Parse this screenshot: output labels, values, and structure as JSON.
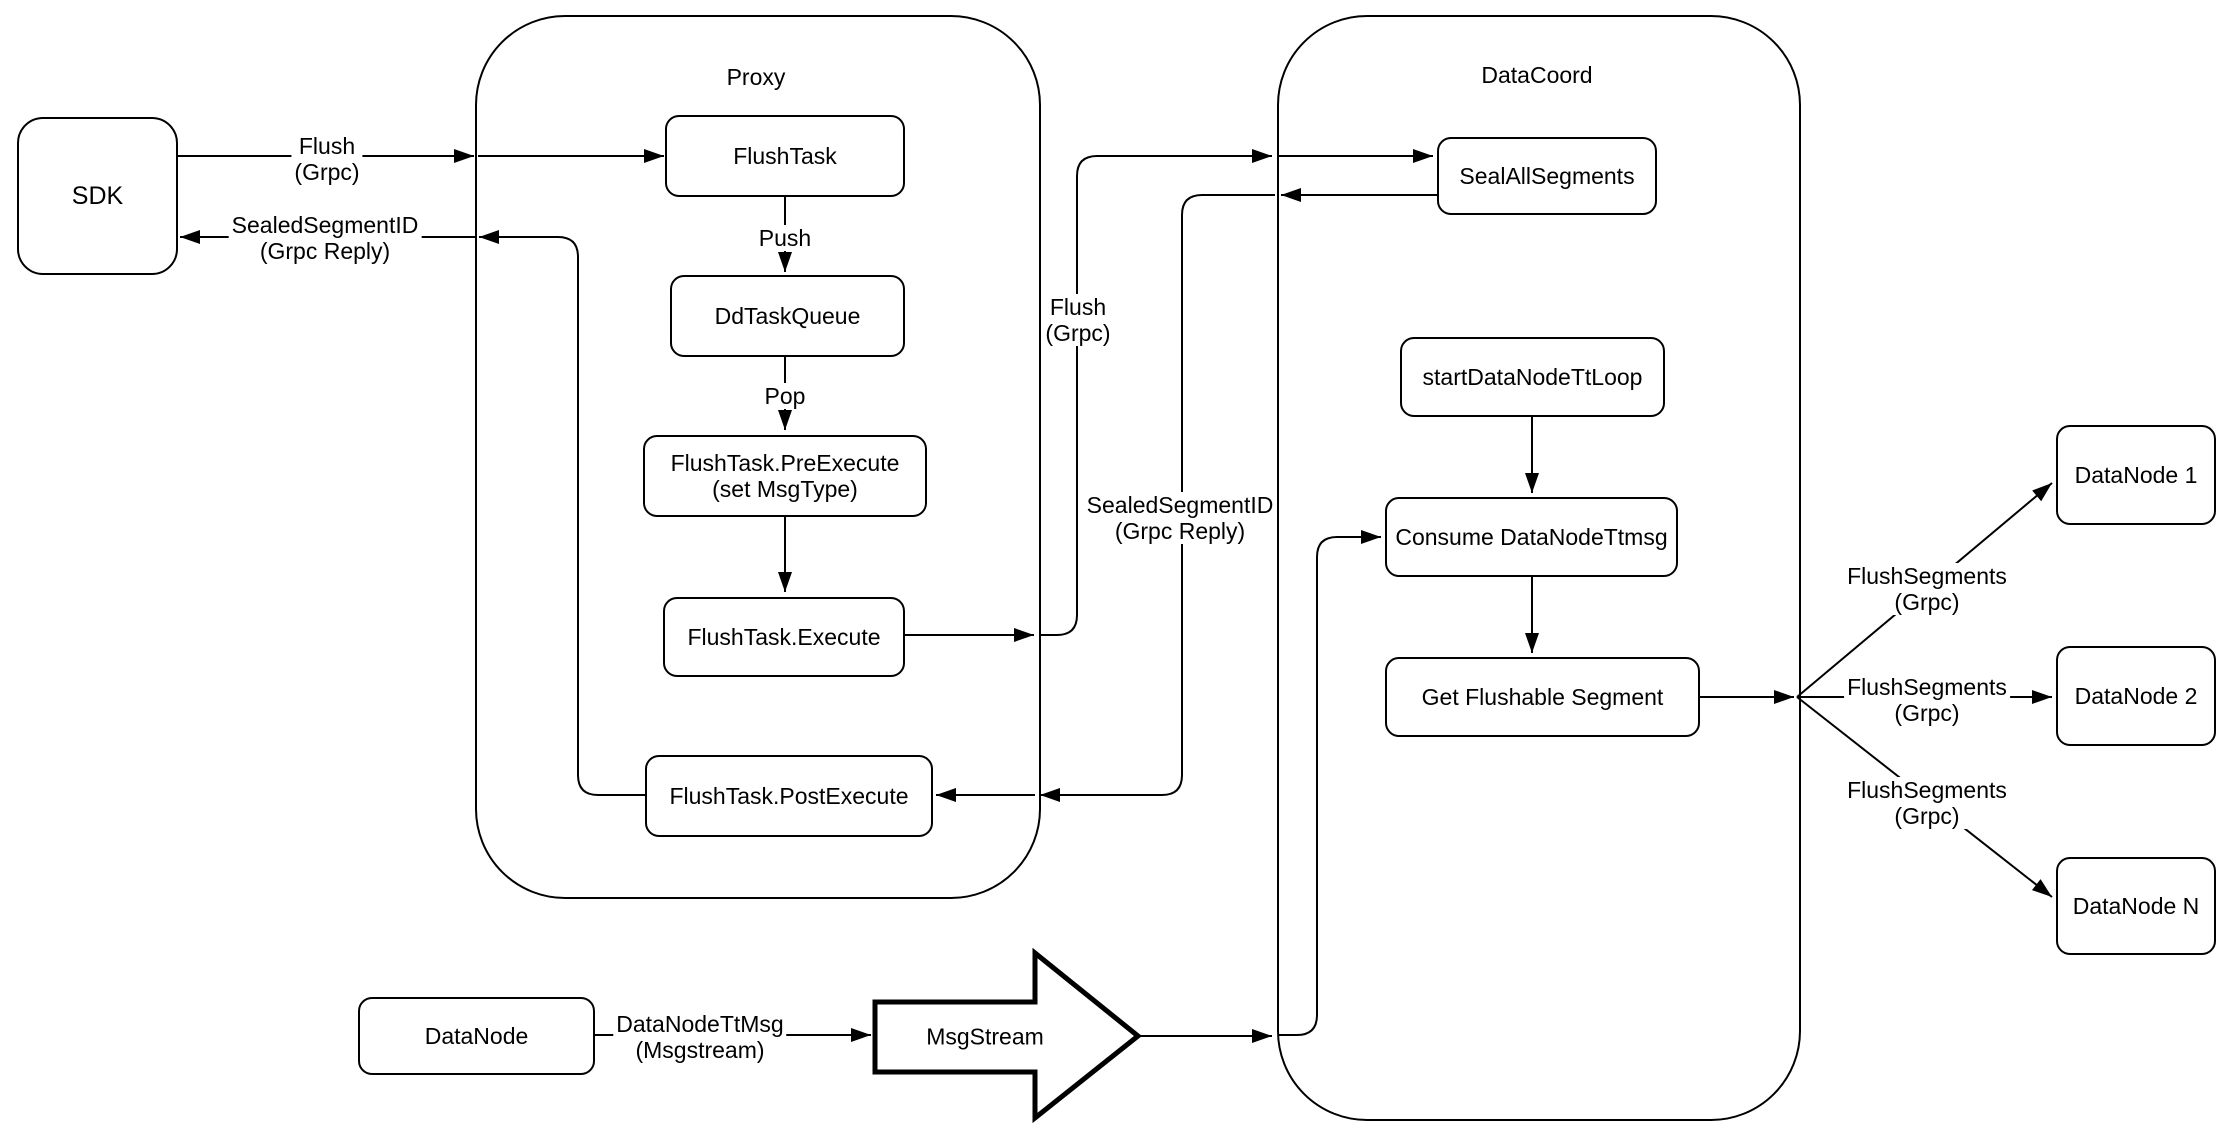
{
  "diagram": {
    "colors": {
      "stroke": "#000000",
      "background": "#ffffff"
    },
    "containers": {
      "proxy": {
        "title": "Proxy"
      },
      "datacoord": {
        "title": "DataCoord"
      }
    },
    "nodes": {
      "sdk": {
        "label": "SDK"
      },
      "flush_task": {
        "label": "FlushTask"
      },
      "dd_task_queue": {
        "label": "DdTaskQueue"
      },
      "pre_execute": {
        "line1": "FlushTask.PreExecute",
        "line2": "(set MsgType)"
      },
      "execute": {
        "label": "FlushTask.Execute"
      },
      "post_execute": {
        "label": "FlushTask.PostExecute"
      },
      "seal_all_segments": {
        "label": "SealAllSegments"
      },
      "start_datanode_tt_loop": {
        "label": "startDataNodeTtLoop"
      },
      "consume_datanode_ttmsg": {
        "label": "Consume DataNodeTtmsg"
      },
      "get_flushable_segment": {
        "label": "Get Flushable Segment"
      },
      "datanode_1": {
        "label": "DataNode 1"
      },
      "datanode_2": {
        "label": "DataNode 2"
      },
      "datanode_n": {
        "label": "DataNode N"
      },
      "datanode_bottom": {
        "label": "DataNode"
      },
      "msgstream": {
        "label": "MsgStream"
      }
    },
    "edge_labels": {
      "flush_sdk": {
        "line1": "Flush",
        "line2": "(Grpc)"
      },
      "sealed_sdk": {
        "line1": "SealedSegmentID",
        "line2": "(Grpc Reply)"
      },
      "push": {
        "label": "Push"
      },
      "pop": {
        "label": "Pop"
      },
      "flush_datacoord": {
        "line1": "Flush",
        "line2": "(Grpc)"
      },
      "sealed_datacoord": {
        "line1": "SealedSegmentID",
        "line2": "(Grpc Reply)"
      },
      "flush_segments_1": {
        "line1": "FlushSegments",
        "line2": "(Grpc)"
      },
      "flush_segments_2": {
        "line1": "FlushSegments",
        "line2": "(Grpc)"
      },
      "flush_segments_3": {
        "line1": "FlushSegments",
        "line2": "(Grpc)"
      },
      "datanode_ttmsg": {
        "line1": "DataNodeTtMsg",
        "line2": "(Msgstream)"
      }
    }
  }
}
